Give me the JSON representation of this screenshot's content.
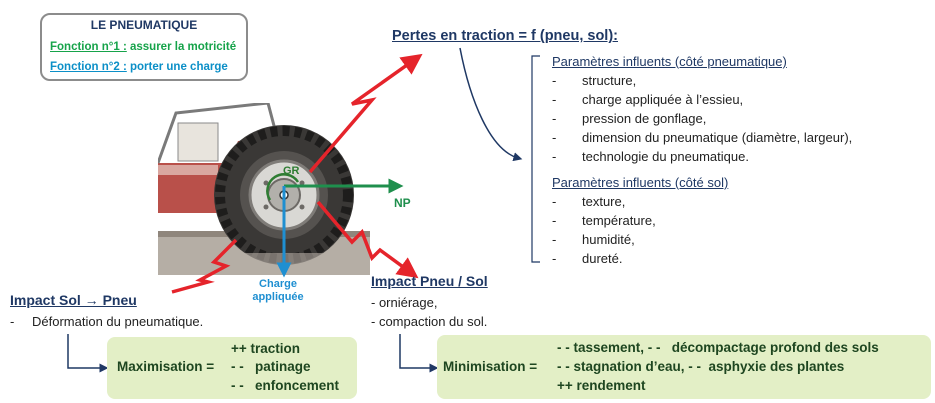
{
  "info_box": {
    "title": "LE PNEUMATIQUE",
    "fonction1_label": "Fonction n°1 :",
    "fonction1_text": " assurer la motricité",
    "fonction2_label": "Fonction n°2 :",
    "fonction2_text": " porter une charge"
  },
  "pertes": {
    "title": "Pertes en traction  = f (pneu, sol):",
    "pneu_heading": "Paramètres influents (côté pneumatique)",
    "pneu_items": [
      "structure,",
      "charge appliquée à l’essieu,",
      "pression de gonflage,",
      "dimension du pneumatique (diamètre, largeur),",
      "technologie du pneumatique."
    ],
    "sol_heading": "Paramètres influents (côté sol)",
    "sol_items": [
      "texture,",
      "température,",
      "humidité,",
      "dureté."
    ]
  },
  "diagram_labels": {
    "np": "NP",
    "gr": "GR",
    "charge_line1": "Charge",
    "charge_line2": "appliquée"
  },
  "impact_sol_pneu": {
    "title": "Impact Sol → Pneu",
    "line": "Déformation du pneumatique.",
    "box_label": "Maximisation =",
    "box_items": [
      "++ traction",
      "- -   patinage",
      "- -   enfoncement"
    ]
  },
  "impact_pneu_sol": {
    "title": "Impact Pneu / Sol",
    "line1": "- orniérage,",
    "line2": "- compaction du sol.",
    "box_label": "Minimisation =",
    "box_items": [
      "- - tassement, - -   décompactage profond des sols",
      "- - stagnation d’eau, - -  asphyxie des plantes",
      "++ rendement"
    ]
  },
  "colors": {
    "navy": "#1f3864",
    "green": "#16a34a",
    "blue": "#0b8fc7",
    "red": "#e5242b",
    "box_fill": "#e3efc6"
  }
}
